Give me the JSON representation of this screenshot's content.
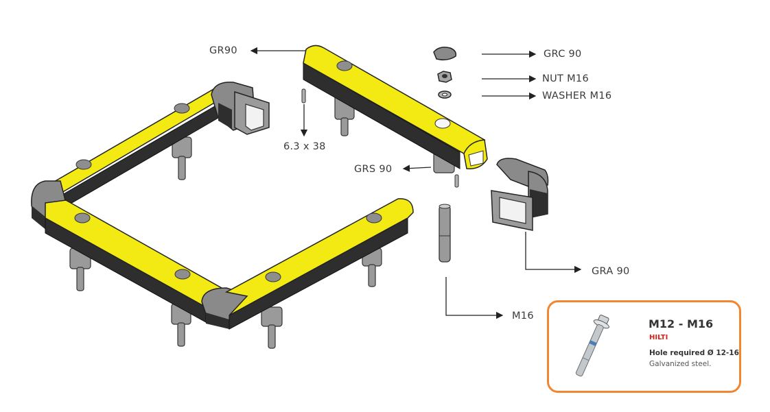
{
  "colors": {
    "rail_yellow": "#f3ea14",
    "rubber_dark": "#2e2e2e",
    "corner_grey": "#8a8a8a",
    "card_border": "#f2852f",
    "brand_red": "#d6231b"
  },
  "labels": {
    "gr90": "GR90",
    "grc90": "GRC 90",
    "nut": "NUT M16",
    "washer": "WASHER M16",
    "screw": "6.3 x 38",
    "grs90": "GRS 90",
    "gra90": "GRA 90",
    "m16": "M16"
  },
  "card": {
    "title": "M12 - M16",
    "brand": "HILTI",
    "hole": "Hole required Ø 12-16",
    "material": "Galvanized steel."
  }
}
